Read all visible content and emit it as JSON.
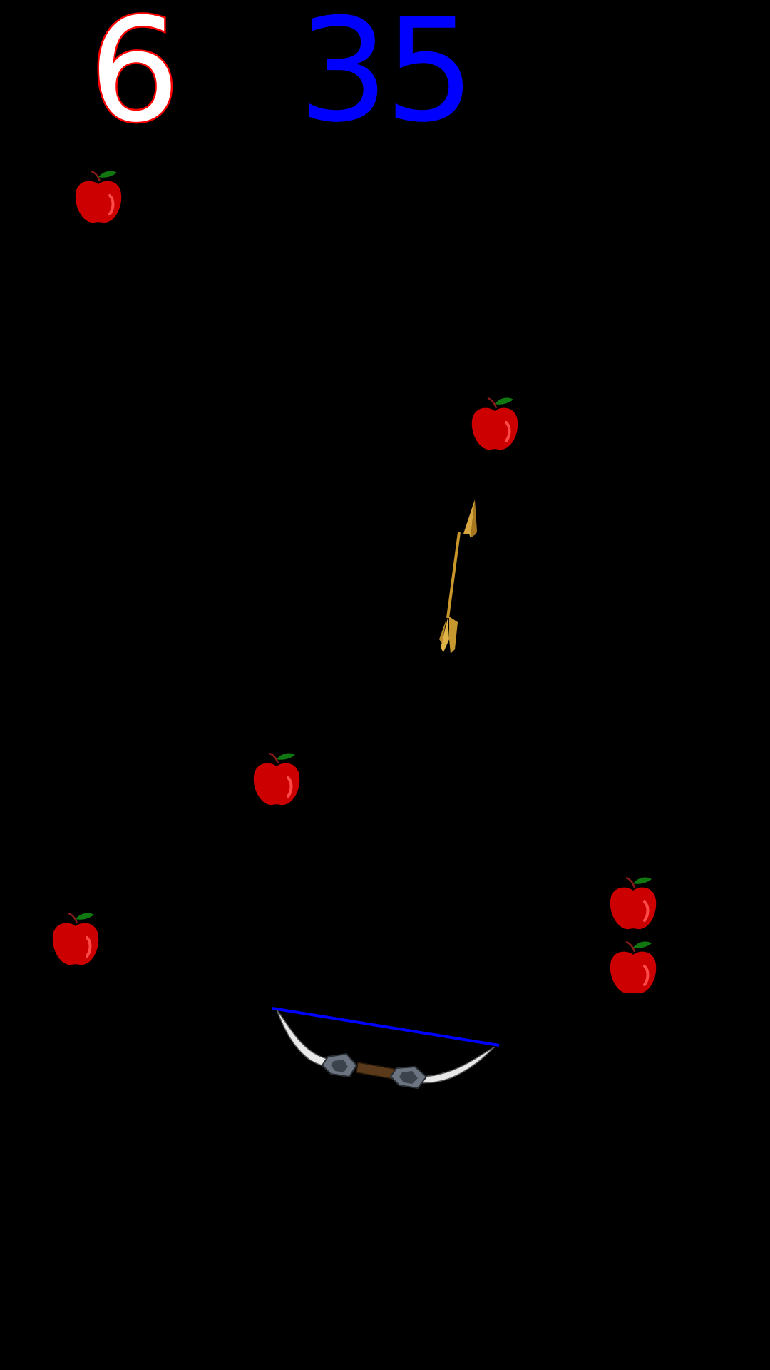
{
  "hud": {
    "arrows_left": "6",
    "score": "35",
    "arrows_color": "#ffffff",
    "arrows_outline_color": "#ff0000",
    "score_color": "#0000ff"
  },
  "apples": [
    {
      "id": 1,
      "icon": "apple-icon"
    },
    {
      "id": 2,
      "icon": "apple-icon"
    },
    {
      "id": 3,
      "icon": "apple-icon"
    },
    {
      "id": 4,
      "icon": "apple-icon"
    },
    {
      "id": 5,
      "icon": "apple-icon"
    },
    {
      "id": 6,
      "icon": "apple-icon"
    }
  ],
  "arrow": {
    "icon": "arrow-icon",
    "color": "#c8962a"
  },
  "bow": {
    "icon": "bow-icon",
    "string_color": "#0000ff",
    "limb_color": "#e8e8e8"
  },
  "background_color": "#000000"
}
